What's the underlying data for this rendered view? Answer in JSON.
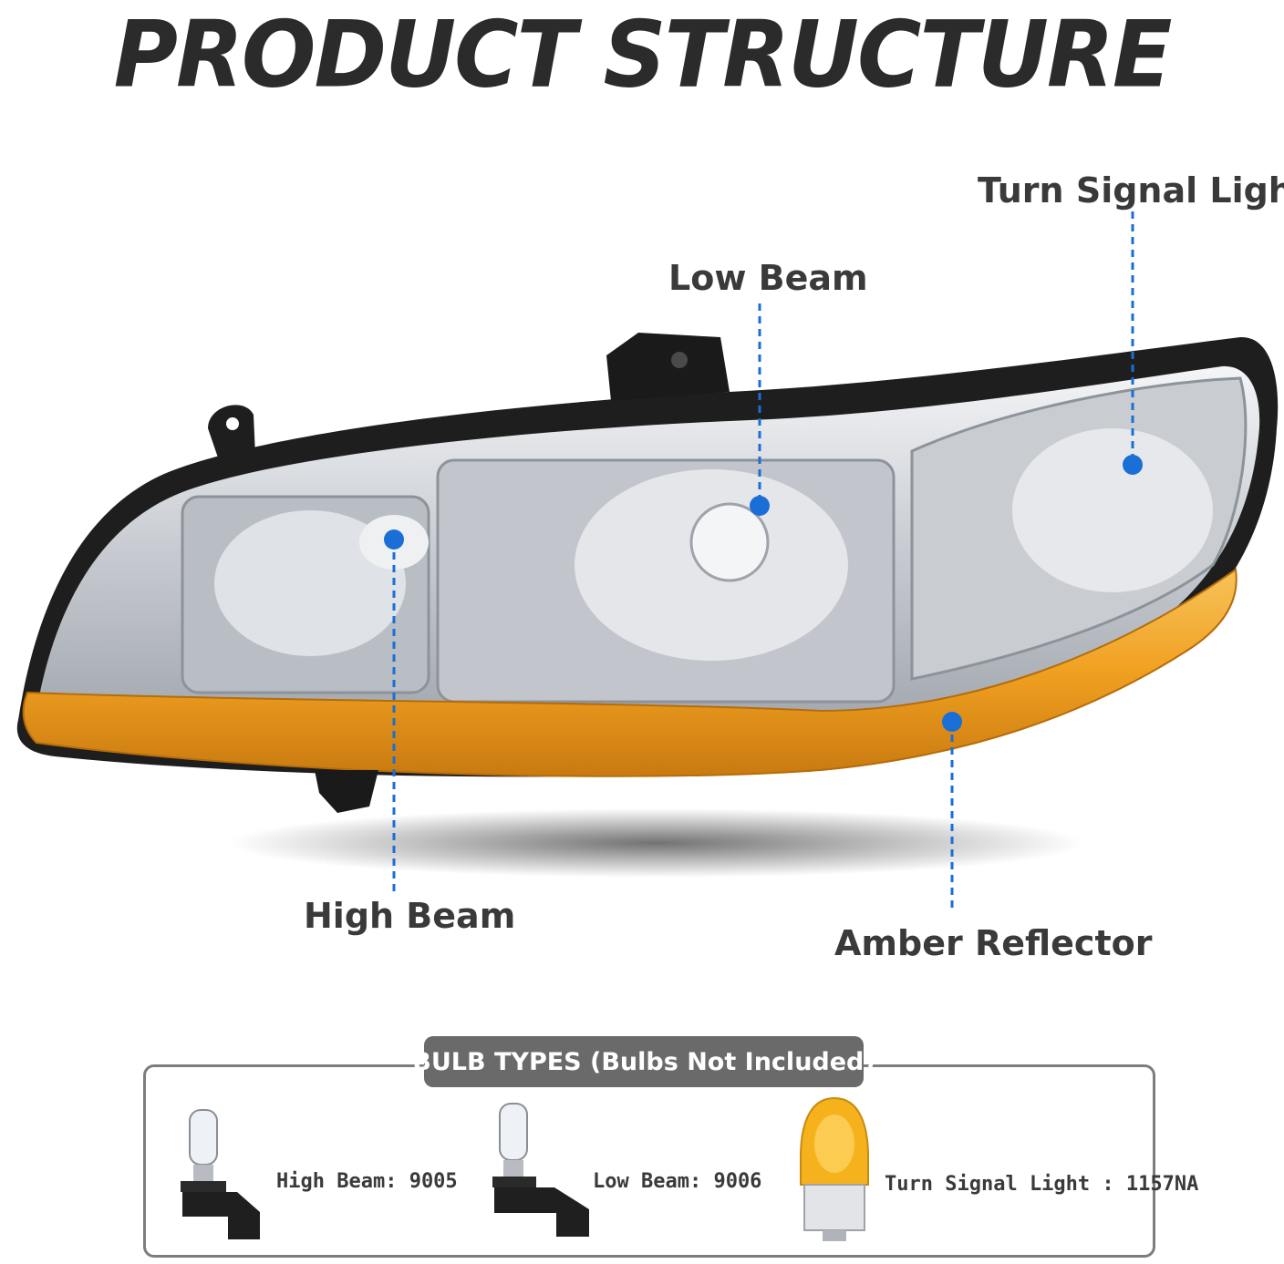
{
  "title": "PRODUCT STRUCTURE",
  "callouts": {
    "turn_signal": "Turn Signal Light",
    "low_beam": "Low Beam",
    "high_beam": "High Beam",
    "amber_reflector": "Amber Reflector"
  },
  "bulb_types": {
    "header": "BULB TYPES (Bulbs Not Included)",
    "items": [
      {
        "label": "High Beam: 9005"
      },
      {
        "label": "Low Beam: 9006"
      },
      {
        "label": "Turn Signal Light : 1157NA"
      }
    ]
  },
  "colors": {
    "accent_dot": "#1a6fd6",
    "amber": "#f0a020",
    "chrome": "#c8ccd2",
    "housing": "#1e1e1e",
    "title_text": "#2b2b2b"
  }
}
